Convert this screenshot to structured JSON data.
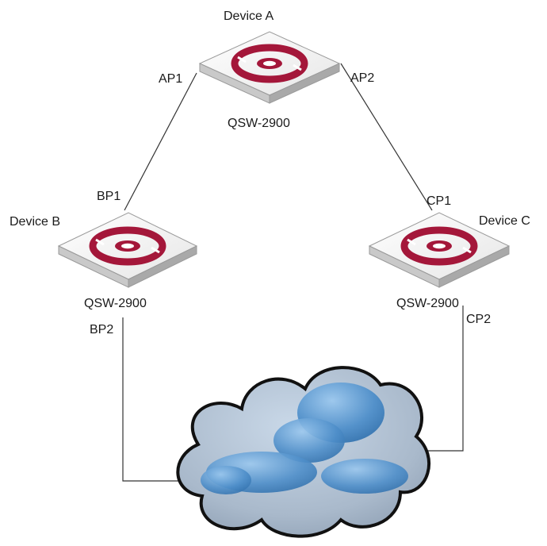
{
  "devices": [
    {
      "name": "Device A",
      "model": "QSW-2900"
    },
    {
      "name": "Device B",
      "model": "QSW-2900"
    },
    {
      "name": "Device C",
      "model": "QSW-2900"
    }
  ],
  "ports": {
    "ap1": "AP1",
    "ap2": "AP2",
    "bp1": "BP1",
    "bp2": "BP2",
    "cp1": "CP1",
    "cp2": "CP2"
  },
  "colors": {
    "switch_top": "#f4f4f4",
    "switch_side": "#b9b9b9",
    "logo_red": "#a4173a",
    "cloud_fill": "#9fb7d2",
    "cloud_blob": "#4a88c5",
    "link": "#333333"
  }
}
